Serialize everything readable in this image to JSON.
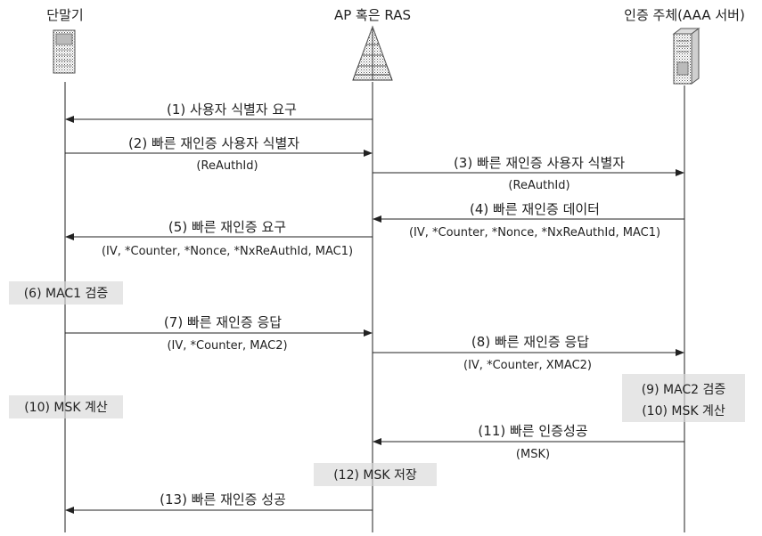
{
  "participants": [
    {
      "id": "terminal",
      "label": "단말기",
      "icon": "terminal-device-icon"
    },
    {
      "id": "ap",
      "label": "AP 혹은 RAS",
      "icon": "antenna-tower-icon"
    },
    {
      "id": "aaa",
      "label": "인증 주체(AAA 서버)",
      "icon": "server-icon"
    }
  ],
  "messages": [
    {
      "id": "m1",
      "from": "ap",
      "to": "terminal",
      "label": "(1) 사용자 식별자 요구",
      "sub": ""
    },
    {
      "id": "m2",
      "from": "terminal",
      "to": "ap",
      "label": "(2) 빠른 재인증 사용자 식별자",
      "sub": "(ReAuthId)"
    },
    {
      "id": "m3",
      "from": "ap",
      "to": "aaa",
      "label": "(3) 빠른 재인증 사용자 식별자",
      "sub": "(ReAuthId)"
    },
    {
      "id": "m4",
      "from": "aaa",
      "to": "ap",
      "label": "(4) 빠른 재인증 데이터",
      "sub": "(IV, *Counter, *Nonce, *NxReAuthId, MAC1)"
    },
    {
      "id": "m5",
      "from": "ap",
      "to": "terminal",
      "label": "(5) 빠른 재인증 요구",
      "sub": "(IV, *Counter, *Nonce, *NxReAuthId, MAC1)"
    },
    {
      "id": "m7",
      "from": "terminal",
      "to": "ap",
      "label": "(7) 빠른 재인증 응답",
      "sub": "(IV, *Counter, MAC2)"
    },
    {
      "id": "m8",
      "from": "ap",
      "to": "aaa",
      "label": "(8) 빠른 재인증 응답",
      "sub": "(IV, *Counter, XMAC2)"
    },
    {
      "id": "m11",
      "from": "aaa",
      "to": "ap",
      "label": "(11) 빠른 인증성공",
      "sub": "(MSK)"
    },
    {
      "id": "m13",
      "from": "ap",
      "to": "terminal",
      "label": "(13) 빠른 재인증 성공",
      "sub": ""
    }
  ],
  "notes": [
    {
      "id": "n6",
      "lines": [
        "(6) MAC1 검증"
      ]
    },
    {
      "id": "n10",
      "lines": [
        "(10) MSK 계산"
      ]
    },
    {
      "id": "n9",
      "lines": [
        "(9) MAC2 검증",
        "(10) MSK 계산"
      ]
    },
    {
      "id": "n12",
      "lines": [
        "(12) MSK 저장"
      ]
    }
  ]
}
